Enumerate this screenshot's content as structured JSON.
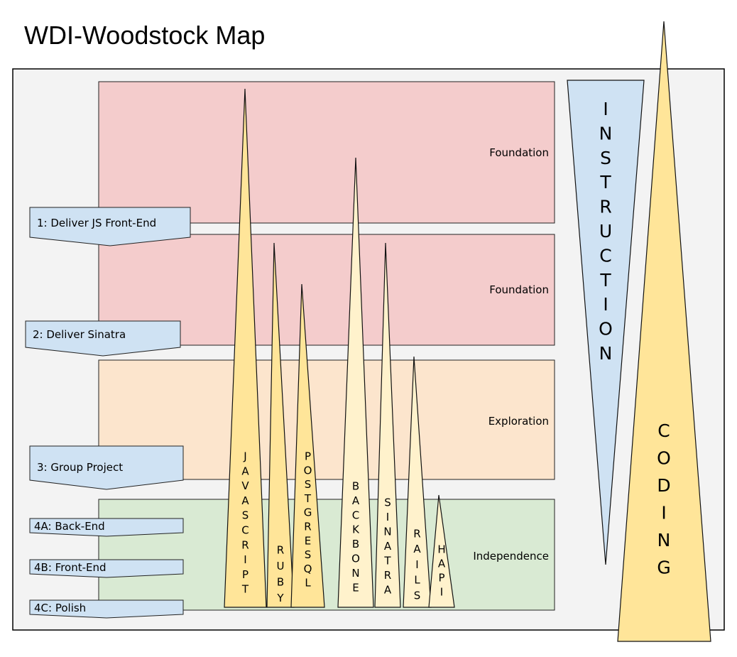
{
  "title": "WDI-Woodstock Map",
  "colors": {
    "frame_fill": "#f3f3f3",
    "foundation": "#f4cccc",
    "exploration": "#fce5cd",
    "independence": "#d9ead3",
    "milestone": "#cfe2f3",
    "instruction": "#cfe2f3",
    "coding": "#ffe599",
    "spike_dark": "#ffe599",
    "spike_light": "#fff2cc"
  },
  "phases": [
    {
      "label": "Foundation"
    },
    {
      "label": "Foundation"
    },
    {
      "label": "Exploration"
    },
    {
      "label": "Independence"
    }
  ],
  "milestones": [
    {
      "label": "1: Deliver JS Front-End"
    },
    {
      "label": "2: Deliver Sinatra"
    },
    {
      "label": "3: Group Project"
    },
    {
      "label": "4A: Back-End"
    },
    {
      "label": "4B: Front-End"
    },
    {
      "label": "4C: Polish"
    }
  ],
  "spikes": [
    {
      "label": "JAVASCRIPT",
      "shade": "dark"
    },
    {
      "label": "RUBY",
      "shade": "dark"
    },
    {
      "label": "POSTGRESQL",
      "shade": "dark"
    },
    {
      "label": "BACKBONE",
      "shade": "light"
    },
    {
      "label": "SINATRA",
      "shade": "light"
    },
    {
      "label": "RAILS",
      "shade": "light"
    },
    {
      "label": "HAPI",
      "shade": "light"
    }
  ],
  "instruction": {
    "label": "INSTRUCTION"
  },
  "coding": {
    "label": "CODING"
  }
}
